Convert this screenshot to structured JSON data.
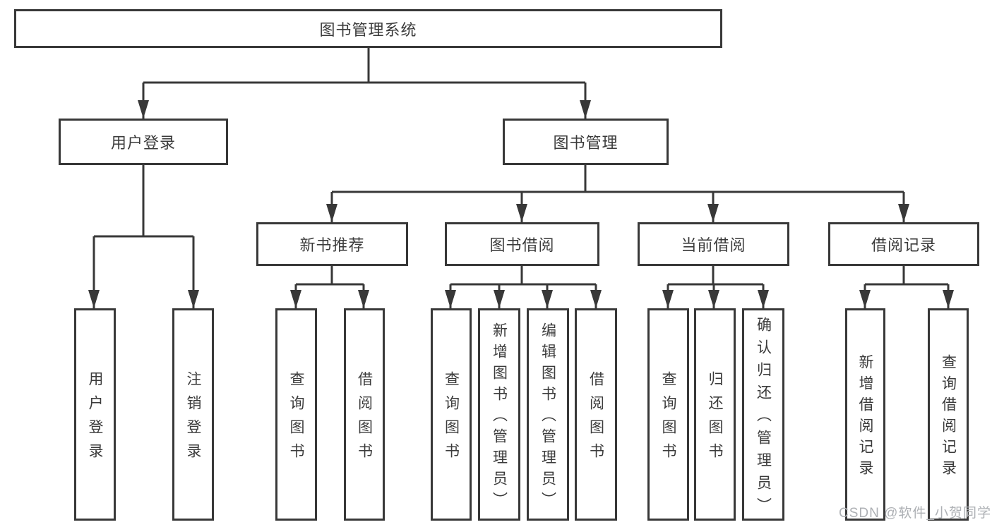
{
  "diagram": {
    "title": "图书管理系统",
    "nodes": [
      {
        "id": "root",
        "label": "图书管理系统",
        "level": 1,
        "parent": null
      },
      {
        "id": "user-login",
        "label": "用户登录",
        "level": 2,
        "parent": "root"
      },
      {
        "id": "book-mgmt",
        "label": "图书管理",
        "level": 2,
        "parent": "root"
      },
      {
        "id": "new-book-rec",
        "label": "新书推荐",
        "level": 3,
        "parent": "book-mgmt"
      },
      {
        "id": "book-borrow",
        "label": "图书借阅",
        "level": 3,
        "parent": "book-mgmt"
      },
      {
        "id": "current-borrow",
        "label": "当前借阅",
        "level": 3,
        "parent": "book-mgmt"
      },
      {
        "id": "borrow-records",
        "label": "借阅记录",
        "level": 3,
        "parent": "book-mgmt"
      },
      {
        "id": "user-login-leaf",
        "label": "用户登录",
        "level": 4,
        "parent": "user-login"
      },
      {
        "id": "logout-leaf",
        "label": "注销登录",
        "level": 4,
        "parent": "user-login"
      },
      {
        "id": "rec-query-books",
        "label": "查询图书",
        "level": 4,
        "parent": "new-book-rec"
      },
      {
        "id": "rec-borrow-books",
        "label": "借阅图书",
        "level": 4,
        "parent": "new-book-rec"
      },
      {
        "id": "bb-query-books",
        "label": "查询图书",
        "level": 4,
        "parent": "book-borrow"
      },
      {
        "id": "bb-add-books",
        "label": "新增图书（管理员）",
        "level": 4,
        "parent": "book-borrow"
      },
      {
        "id": "bb-edit-books",
        "label": "编辑图书（管理员）",
        "level": 4,
        "parent": "book-borrow"
      },
      {
        "id": "bb-borrow-books",
        "label": "借阅图书",
        "level": 4,
        "parent": "book-borrow"
      },
      {
        "id": "cb-query-books",
        "label": "查询图书",
        "level": 4,
        "parent": "current-borrow"
      },
      {
        "id": "cb-return-books",
        "label": "归还图书",
        "level": 4,
        "parent": "current-borrow"
      },
      {
        "id": "cb-confirm-return",
        "label": "确认归还（管理员）",
        "level": 4,
        "parent": "current-borrow"
      },
      {
        "id": "br-add-record",
        "label": "新增借阅记录",
        "level": 4,
        "parent": "borrow-records"
      },
      {
        "id": "br-query-record",
        "label": "查询借阅记录",
        "level": 4,
        "parent": "borrow-records"
      }
    ]
  },
  "watermark": {
    "text": "CSDN @软件_小贺同学",
    "color": "#adb0b4"
  },
  "colors": {
    "line": "#383838",
    "box_border": "#383838",
    "box_bg": "#ffffff",
    "text": "#3b3b3b"
  }
}
